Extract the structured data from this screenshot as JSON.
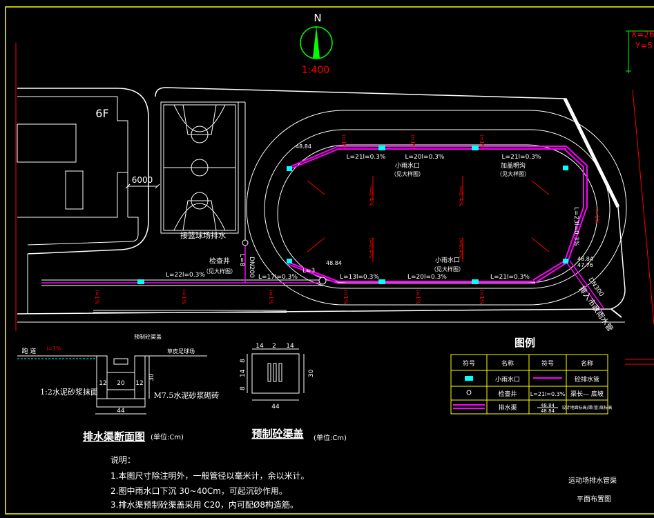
{
  "drawing": {
    "north_letter": "N",
    "scale_text": "1:400",
    "coord_x": "X=26",
    "coord_y": "Y=5",
    "building_floors": "6F",
    "dimension_6000": "6000",
    "basketball_drain_label": "接篮球场排水",
    "pipe_size_dn200": "DN200",
    "pipe_l8": "L=8",
    "pipe_l3": "L=3",
    "manhole_label": "检查井",
    "manhole_note": "（见大样图）",
    "track_top_segments": [
      "L=21l=0.3%",
      "L=20l=0.3%",
      "L=21l=0.3%"
    ],
    "track_bottom_segments": [
      "L=22l=0.3%",
      "L=17l=0.3%",
      "L=13l=0.3%",
      "L=20l=0.3%",
      "L=21l=0.3%"
    ],
    "right_segment": "L=23l=0.3%",
    "small_inlet_label": "小雨水口",
    "small_inlet_note": "（见大样图）",
    "gutter_label": "加盖明沟",
    "gutter_note": "（见大样图）",
    "field_slope": "i=0.4%",
    "side_slope": "i=1%",
    "elev_a": "48.84",
    "elev_b": "47.76",
    "outlet_pipe": "DN300",
    "outlet_label": "排入市政雨水管",
    "track_slope": "i=1%"
  },
  "section": {
    "title": "排水渠断面图",
    "unit": "(单位:Cm)",
    "top_label": "预制砼渠盖",
    "left_label": "跑 道",
    "slope": "i=1%",
    "right_label": "草皮足球场",
    "mortar_left": "1:2水泥砂浆抹面",
    "mortar_right": "M7.5水泥砂浆砌砖",
    "dims": [
      "12",
      "20",
      "12",
      "30",
      "44"
    ]
  },
  "cover": {
    "title": "预制砼渠盖",
    "unit": "(单位:Cm)",
    "dims_top": [
      "14",
      "2",
      "14"
    ],
    "dims_side": [
      "8",
      "14",
      "8"
    ],
    "dim_right": "30",
    "dim_bottom": "44"
  },
  "legend": {
    "title": "图例",
    "headers": [
      "符号",
      "名称",
      "符号",
      "名称"
    ],
    "rows": [
      {
        "name1": "小雨水口",
        "sym2": "",
        "name2": "砼排水管"
      },
      {
        "name1": "检查井",
        "sym2": "L=21l=0.3%",
        "name2": "渠长— 底坡"
      },
      {
        "name1": "排水渠",
        "sym2_top": "48.84",
        "sym2_bot": "48.84",
        "name2": "设计地面标高/渠(管)底标高"
      }
    ]
  },
  "notes": {
    "heading": "说明：",
    "lines": [
      "1.本图尺寸除注明外，一般管径以毫米计，余以米计。",
      "2.图中雨水口下沉 30~40Cm，可起沉砂作用。",
      "3.排水渠预制砼渠盖采用 C20，内可配Ø8构造筋。"
    ]
  },
  "title_block": {
    "line1": "运动场排水管渠",
    "line2": "平面布置图"
  },
  "colors": {
    "background": "#000000",
    "frame": "#ffff00",
    "linework": "#ffffff",
    "pipe": "#ff00ff",
    "annotation": "#ff0000",
    "inlet": "#00ffff",
    "north": "#00ff00"
  }
}
